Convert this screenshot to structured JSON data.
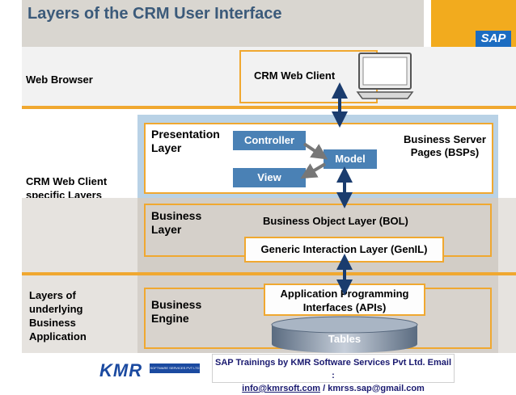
{
  "title": "Layers of the CRM User Interface",
  "sap_logo": "SAP",
  "rows": {
    "web_browser": "Web Browser",
    "crm_layers": "CRM Web Client specific Layers",
    "underlying": "Layers of underlying Business Application"
  },
  "crm_web_client": "CRM Web Client",
  "presentation": {
    "label": "Presentation Layer",
    "controller": "Controller",
    "model": "Model",
    "view": "View",
    "bsp": "Business Server Pages (BSPs)"
  },
  "business_layer": {
    "label": "Business Layer",
    "bol": "Business Object Layer (BOL)",
    "genil": "Generic Interaction Layer (GenIL)"
  },
  "business_engine": {
    "label": "Business Engine",
    "api": "Application Programming Interfaces (APIs)",
    "tables": "Tables"
  },
  "footer": {
    "line1": "SAP Trainings by KMR Software Services Pvt Ltd. Email :",
    "email1": "info@kmrsoft.com",
    "separator": "/",
    "email2": "kmrss.sap@gmail.com"
  },
  "kmr_logo": {
    "text": "KMR",
    "tagline": "SOFTWARE SERVICES PVT LTD"
  },
  "colors": {
    "title_text": "#3b5a7a",
    "orange": "#f0a830",
    "blue_box": "#4a81b5",
    "light_blue_area": "#b9d2e6",
    "gray_band": "#d9d6d0",
    "sap_yellow": "#f2ab1e"
  }
}
